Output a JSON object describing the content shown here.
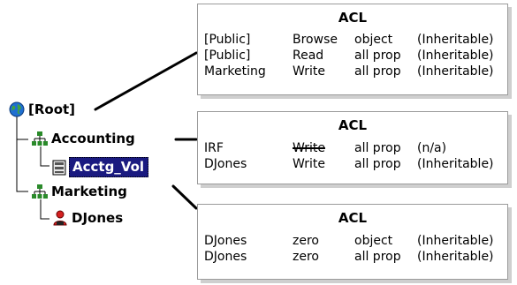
{
  "tree": {
    "root": {
      "label": "[Root]",
      "icon": "globe-icon"
    },
    "accounting": {
      "label": "Accounting",
      "icon": "org-unit-icon"
    },
    "acctg_vol": {
      "label": "Acctg_Vol",
      "icon": "volume-icon"
    },
    "marketing": {
      "label": "Marketing",
      "icon": "org-unit-icon"
    },
    "djones": {
      "label": "DJones",
      "icon": "user-icon"
    }
  },
  "acls": [
    {
      "title": "ACL",
      "rows": [
        {
          "trustee": "[Public]",
          "right": "Browse",
          "prop": "object",
          "inherit": "(Inheritable)"
        },
        {
          "trustee": "[Public]",
          "right": "Read",
          "prop": "all prop",
          "inherit": "(Inheritable)"
        },
        {
          "trustee": "Marketing",
          "right": "Write",
          "prop": "all prop",
          "inherit": "(Inheritable)"
        }
      ]
    },
    {
      "title": "ACL",
      "rows": [
        {
          "trustee": "IRF",
          "right": "Write",
          "right_struck": true,
          "prop": "all prop",
          "inherit": "(n/a)"
        },
        {
          "trustee": "DJones",
          "right": "Write",
          "prop": "all prop",
          "inherit": "(Inheritable)"
        }
      ]
    },
    {
      "title": "ACL",
      "rows": [
        {
          "trustee": "DJones",
          "right": "zero",
          "prop": "object",
          "inherit": "(Inheritable)"
        },
        {
          "trustee": "DJones",
          "right": "zero",
          "prop": "all prop",
          "inherit": "(Inheritable)"
        }
      ]
    }
  ],
  "colors": {
    "selection": "#1a1a80",
    "org_unit": "#2a8a2a",
    "globe": "#1f6fd1",
    "user": "#d42020"
  }
}
